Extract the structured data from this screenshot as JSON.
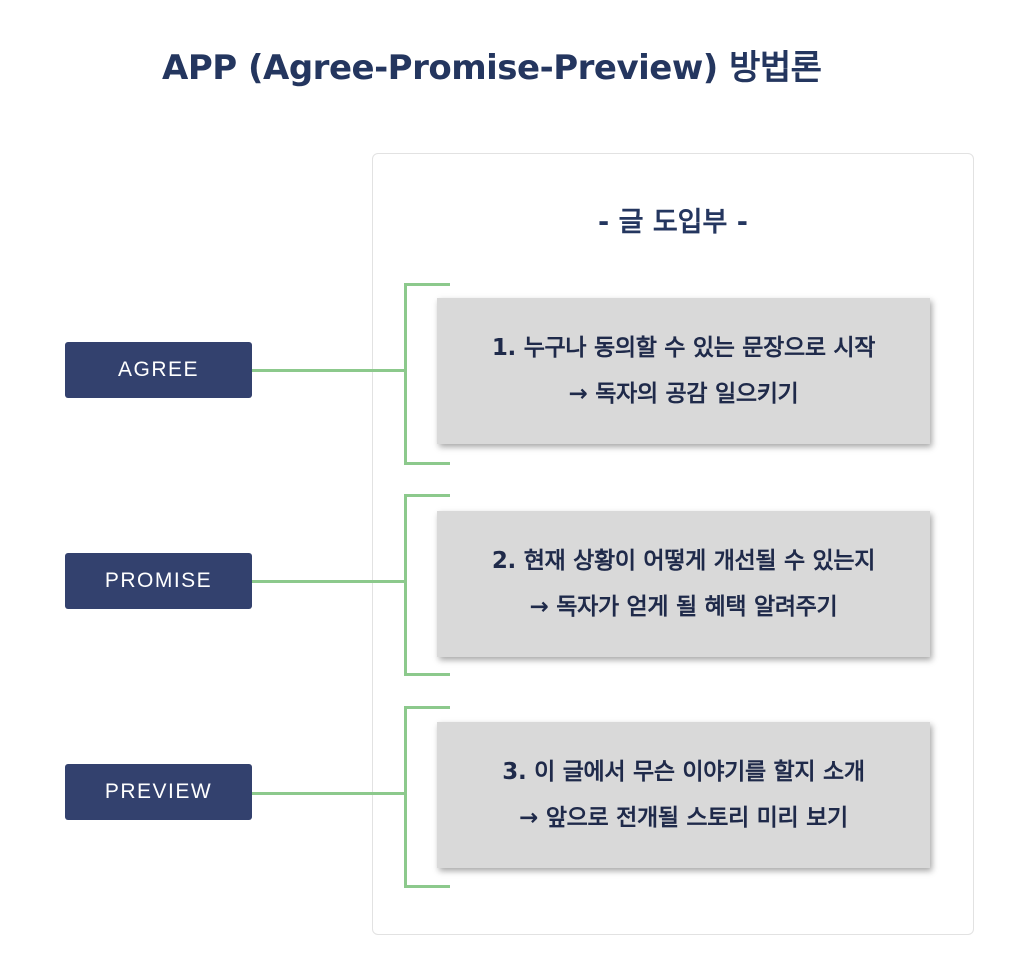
{
  "title": "APP (Agree-Promise-Preview) 방법론",
  "panel": {
    "title": "- 글 도입부 -"
  },
  "steps": [
    {
      "label": "AGREE",
      "line1": "1. 누구나 동의할 수 있는 문장으로 시작",
      "line2": "→ 독자의 공감 일으키기"
    },
    {
      "label": "PROMISE",
      "line1": "2. 현재 상황이 어떻게 개선될 수 있는지",
      "line2": "→ 독자가 얻게 될 혜택 알려주기"
    },
    {
      "label": "PREVIEW",
      "line1": "3. 이 글에서 무슨 이야기를 할지 소개",
      "line2": "→ 앞으로 전개될 스토리 미리 보기"
    }
  ],
  "colors": {
    "title": "#24365f",
    "label_bg": "#33416e",
    "connector": "#8cc98c",
    "card_bg": "#d9d9d9"
  }
}
